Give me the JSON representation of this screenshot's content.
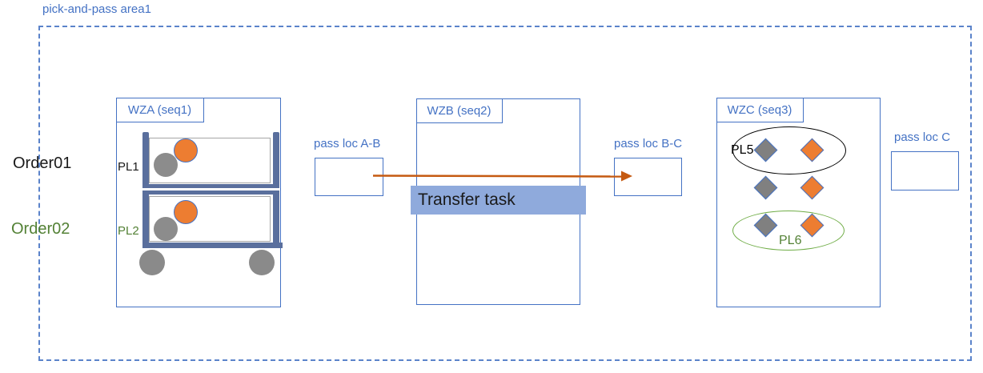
{
  "title": "pick-and-pass area1",
  "orders": [
    {
      "label": "Order01",
      "color": "#1a1a1a"
    },
    {
      "label": "Order02",
      "color": "#538135"
    }
  ],
  "zones": [
    {
      "label": "WZA (seq1)"
    },
    {
      "label": "WZB (seq2)"
    },
    {
      "label": "WZC (seq3)"
    }
  ],
  "pass_locs": [
    {
      "label": "pass loc A-B"
    },
    {
      "label": "pass loc B-C"
    },
    {
      "label": "pass loc C"
    }
  ],
  "transfer": {
    "label": "Transfer task",
    "fill": "#8FAADC"
  },
  "cart": {
    "shelves": [
      {
        "label": "PL1",
        "label_color": "#1a1a1a",
        "items": [
          "gray-circle",
          "orange-circle"
        ]
      },
      {
        "label": "PL2",
        "label_color": "#538135",
        "items": [
          "gray-circle",
          "orange-circle"
        ]
      }
    ],
    "wheels": 2
  },
  "wzc_groups": [
    {
      "label": "PL5",
      "ring_color": "#000000"
    },
    {
      "label": "PL6",
      "ring_color": "#70AD47"
    }
  ],
  "wzc_items": {
    "rows": 3,
    "per_row": [
      "gray-diamond",
      "orange-diamond"
    ]
  },
  "flow": {
    "from": "pass loc A-B",
    "to": "pass loc B-C",
    "arrow_color": "#C55A11"
  },
  "colors": {
    "box_border_blue": "#4472C4",
    "label_text_blue": "#4472C4",
    "dashed_border_blue": "#5b83ca",
    "orange_item": "#ED7D31",
    "gray_item": "#808080",
    "green_text": "#538135",
    "green_ring": "#70AD47",
    "transfer_fill": "#8FAADC",
    "cart_frame": "#5a6f9d",
    "arrow_orange": "#C55A11"
  }
}
